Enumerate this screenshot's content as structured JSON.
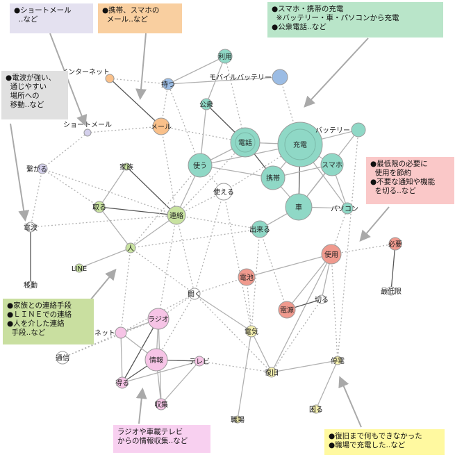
{
  "nodes": [
    {
      "id": "charge",
      "label": "充電",
      "group": "teal"
    },
    {
      "id": "denwa",
      "label": "電話",
      "group": "teal"
    },
    {
      "id": "tsukau",
      "label": "使う",
      "group": "teal"
    },
    {
      "id": "keitai",
      "label": "携帯",
      "group": "teal"
    },
    {
      "id": "sumaho",
      "label": "スマホ",
      "group": "teal"
    },
    {
      "id": "kuruma",
      "label": "車",
      "group": "teal"
    },
    {
      "id": "battery",
      "label": "バッテリー",
      "group": "teal"
    },
    {
      "id": "pasokon",
      "label": "パソコン",
      "group": "teal"
    },
    {
      "id": "dekiru",
      "label": "出来る",
      "group": "teal"
    },
    {
      "id": "koushu",
      "label": "公衆",
      "group": "teal"
    },
    {
      "id": "riyou",
      "label": "利用",
      "group": "teal"
    },
    {
      "id": "mobile",
      "label": "モバイルバッテリー",
      "group": "blue"
    },
    {
      "id": "motsu",
      "label": "持つ",
      "group": "blue"
    },
    {
      "id": "internet",
      "label": "インターネット",
      "group": "orange"
    },
    {
      "id": "mail",
      "label": "メール",
      "group": "orange"
    },
    {
      "id": "shortmail",
      "label": "ショートメール",
      "group": "lavender"
    },
    {
      "id": "tsunagaru",
      "label": "繋がる",
      "group": "lavender"
    },
    {
      "id": "kazoku",
      "label": "家族",
      "group": "green"
    },
    {
      "id": "toru",
      "label": "取る",
      "group": "green"
    },
    {
      "id": "renraku",
      "label": "連絡",
      "group": "green"
    },
    {
      "id": "hito",
      "label": "人",
      "group": "green"
    },
    {
      "id": "line",
      "label": "LINE",
      "group": "green"
    },
    {
      "id": "tsukaeru",
      "label": "使える",
      "group": "white"
    },
    {
      "id": "denpa",
      "label": "電波",
      "group": "white"
    },
    {
      "id": "idou",
      "label": "移動",
      "group": "white"
    },
    {
      "id": "tsushin",
      "label": "通信",
      "group": "white"
    },
    {
      "id": "kiku",
      "label": "聞く",
      "group": "white"
    },
    {
      "id": "shiyou",
      "label": "使用",
      "group": "red"
    },
    {
      "id": "hitsuyou",
      "label": "必要",
      "group": "red"
    },
    {
      "id": "saiteigen",
      "label": "最低限",
      "group": "white"
    },
    {
      "id": "denchi",
      "label": "電池",
      "group": "red"
    },
    {
      "id": "dengen",
      "label": "電源",
      "group": "red"
    },
    {
      "id": "kiru",
      "label": "切る",
      "group": "white"
    },
    {
      "id": "radio",
      "label": "ラジオ",
      "group": "pink"
    },
    {
      "id": "net",
      "label": "ネット",
      "group": "pink"
    },
    {
      "id": "jouhou",
      "label": "情報",
      "group": "pink"
    },
    {
      "id": "tv",
      "label": "テレビ",
      "group": "pink"
    },
    {
      "id": "eru",
      "label": "得る",
      "group": "pink"
    },
    {
      "id": "shuushuu",
      "label": "収集",
      "group": "pink"
    },
    {
      "id": "denki",
      "label": "電気",
      "group": "yellow"
    },
    {
      "id": "fukkyuu",
      "label": "復旧",
      "group": "yellow"
    },
    {
      "id": "teiden",
      "label": "停電",
      "group": "yellow"
    },
    {
      "id": "komaru",
      "label": "困る",
      "group": "yellow"
    },
    {
      "id": "shokuba",
      "label": "職場",
      "group": "yellow"
    }
  ],
  "edges": [
    {
      "from": "denwa",
      "to": "koushu",
      "style": "solid-dark"
    },
    {
      "from": "denwa",
      "to": "charge",
      "style": "solid"
    },
    {
      "from": "denwa",
      "to": "tsukau",
      "style": "solid"
    },
    {
      "from": "denwa",
      "to": "keitai",
      "style": "solid-dark"
    },
    {
      "from": "charge",
      "to": "keitai",
      "style": "solid"
    },
    {
      "from": "charge",
      "to": "kuruma",
      "style": "solid-dark"
    },
    {
      "from": "charge",
      "to": "sumaho",
      "style": "solid"
    },
    {
      "from": "charge",
      "to": "battery",
      "style": "solid"
    },
    {
      "from": "charge",
      "to": "pasokon",
      "style": "solid"
    },
    {
      "from": "charge",
      "to": "tsukau",
      "style": "solid"
    },
    {
      "from": "charge",
      "to": "mobile",
      "style": "dotted"
    },
    {
      "from": "keitai",
      "to": "kuruma",
      "style": "solid"
    },
    {
      "from": "keitai",
      "to": "sumaho",
      "style": "solid"
    },
    {
      "from": "keitai",
      "to": "tsukau",
      "style": "solid"
    },
    {
      "from": "sumaho",
      "to": "kuruma",
      "style": "solid"
    },
    {
      "from": "sumaho",
      "to": "pasokon",
      "style": "solid"
    },
    {
      "from": "kuruma",
      "to": "pasokon",
      "style": "solid"
    },
    {
      "from": "kuruma",
      "to": "dekiru",
      "style": "solid"
    },
    {
      "from": "battery",
      "to": "kuruma",
      "style": "solid"
    },
    {
      "from": "koushu",
      "to": "riyou",
      "style": "solid"
    },
    {
      "from": "koushu",
      "to": "tsukau",
      "style": "solid"
    },
    {
      "from": "mobile",
      "to": "motsu",
      "style": "solid"
    },
    {
      "from": "riyou",
      "to": "motsu",
      "style": "solid"
    },
    {
      "from": "riyou",
      "to": "denwa",
      "style": "dotted"
    },
    {
      "from": "internet",
      "to": "mail",
      "style": "solid-dark"
    },
    {
      "from": "internet",
      "to": "motsu",
      "style": "dotted"
    },
    {
      "from": "mail",
      "to": "shortmail",
      "style": "dotted"
    },
    {
      "from": "mail",
      "to": "renraku",
      "style": "dotted"
    },
    {
      "from": "mail",
      "to": "denwa",
      "style": "dotted"
    },
    {
      "from": "mail",
      "to": "motsu",
      "style": "dotted"
    },
    {
      "from": "shortmail",
      "to": "tsunagaru",
      "style": "dotted"
    },
    {
      "from": "tsunagaru",
      "to": "denpa",
      "style": "dotted"
    },
    {
      "from": "tsunagaru",
      "to": "toru",
      "style": "dotted"
    },
    {
      "from": "tsunagaru",
      "to": "renraku",
      "style": "dotted"
    },
    {
      "from": "denpa",
      "to": "idou",
      "style": "solid-dark"
    },
    {
      "from": "denpa",
      "to": "renraku",
      "style": "dotted"
    },
    {
      "from": "kazoku",
      "to": "renraku",
      "style": "solid-dark"
    },
    {
      "from": "kazoku",
      "to": "toru",
      "style": "solid"
    },
    {
      "from": "toru",
      "to": "renraku",
      "style": "solid-dark"
    },
    {
      "from": "renraku",
      "to": "hito",
      "style": "solid"
    },
    {
      "from": "renraku",
      "to": "tsukau",
      "style": "solid"
    },
    {
      "from": "renraku",
      "to": "denwa",
      "style": "dotted"
    },
    {
      "from": "renraku",
      "to": "tsukaeru",
      "style": "dotted"
    },
    {
      "from": "renraku",
      "to": "kiku",
      "style": "dotted"
    },
    {
      "from": "renraku",
      "to": "dekiru",
      "style": "dotted"
    },
    {
      "from": "renraku",
      "to": "radio",
      "style": "dotted"
    },
    {
      "from": "hito",
      "to": "line",
      "style": "solid"
    },
    {
      "from": "hito",
      "to": "toru",
      "style": "solid"
    },
    {
      "from": "hito",
      "to": "net",
      "style": "dotted"
    },
    {
      "from": "hito",
      "to": "kiku",
      "style": "dotted"
    },
    {
      "from": "tsukaeru",
      "to": "charge",
      "style": "dotted"
    },
    {
      "from": "tsukaeru",
      "to": "kiku",
      "style": "dotted"
    },
    {
      "from": "tsukaeru",
      "to": "denki",
      "style": "dotted"
    },
    {
      "from": "shiyou",
      "to": "denchi",
      "style": "solid"
    },
    {
      "from": "shiyou",
      "to": "kiru",
      "style": "solid"
    },
    {
      "from": "shiyou",
      "to": "dengen",
      "style": "solid"
    },
    {
      "from": "shiyou",
      "to": "fukkyuu",
      "style": "solid"
    },
    {
      "from": "shiyou",
      "to": "hitsuyou",
      "style": "dotted"
    },
    {
      "from": "shiyou",
      "to": "pasokon",
      "style": "dotted"
    },
    {
      "from": "hitsuyou",
      "to": "saiteigen",
      "style": "solid-dark"
    },
    {
      "from": "dengen",
      "to": "kiru",
      "style": "solid-dark"
    },
    {
      "from": "dengen",
      "to": "dekiru",
      "style": "dotted"
    },
    {
      "from": "denchi",
      "to": "kiku",
      "style": "dotted"
    },
    {
      "from": "kiku",
      "to": "denki",
      "style": "solid"
    },
    {
      "from": "kiku",
      "to": "radio",
      "style": "dotted"
    },
    {
      "from": "kiku",
      "to": "jouhou",
      "style": "dotted"
    },
    {
      "from": "radio",
      "to": "jouhou",
      "style": "solid"
    },
    {
      "from": "radio",
      "to": "net",
      "style": "solid"
    },
    {
      "from": "radio",
      "to": "eru",
      "style": "solid-dark"
    },
    {
      "from": "radio",
      "to": "shuushuu",
      "style": "solid"
    },
    {
      "from": "jouhou",
      "to": "net",
      "style": "solid"
    },
    {
      "from": "jouhou",
      "to": "tv",
      "style": "solid-dark"
    },
    {
      "from": "jouhou",
      "to": "eru",
      "style": "solid-dark"
    },
    {
      "from": "jouhou",
      "to": "shuushuu",
      "style": "solid"
    },
    {
      "from": "tv",
      "to": "eru",
      "style": "solid"
    },
    {
      "from": "tv",
      "to": "shuushuu",
      "style": "solid"
    },
    {
      "from": "net",
      "to": "eru",
      "style": "solid"
    },
    {
      "from": "tsushin",
      "to": "net",
      "style": "dotted"
    },
    {
      "from": "tsushin",
      "to": "radio",
      "style": "dotted"
    },
    {
      "from": "denki",
      "to": "fukkyuu",
      "style": "solid"
    },
    {
      "from": "denki",
      "to": "shokuba",
      "style": "solid"
    },
    {
      "from": "fukkyuu",
      "to": "teiden",
      "style": "solid"
    },
    {
      "from": "teiden",
      "to": "komaru",
      "style": "solid"
    },
    {
      "from": "teiden",
      "to": "shiyou",
      "style": "dotted"
    },
    {
      "from": "teiden",
      "to": "battery",
      "style": "dotted"
    },
    {
      "from": "fukkyuu",
      "to": "tv",
      "style": "dotted"
    },
    {
      "from": "fukkyuu",
      "to": "kiku",
      "style": "dotted"
    },
    {
      "from": "dekiru",
      "to": "denki",
      "style": "dotted"
    },
    {
      "from": "dekiru",
      "to": "hito",
      "style": "dotted"
    },
    {
      "from": "tsukau",
      "to": "tsukaeru",
      "style": "dotted"
    },
    {
      "from": "tsukau",
      "to": "hito",
      "style": "dotted"
    },
    {
      "from": "tsukau",
      "to": "motsu",
      "style": "dotted"
    },
    {
      "from": "denchi",
      "to": "denki",
      "style": "dotted"
    },
    {
      "from": "kiru",
      "to": "fukkyuu",
      "style": "dotted"
    },
    {
      "from": "net",
      "to": "kiku",
      "style": "dotted"
    }
  ],
  "annotations": [
    {
      "id": "shortmail-note",
      "text": "●ショートメール\n  ..など",
      "bg": "#e4e1f0"
    },
    {
      "id": "carrier-mail-note",
      "text": "●携帯、スマホの\n  メール..など",
      "bg": "#f9cfa0"
    },
    {
      "id": "charge-note",
      "text": "●スマホ・携帯の充電\n  ※バッテリー・車・パソコンから充電\n●公衆電話..など",
      "bg": "#b9e5c9"
    },
    {
      "id": "signal-note",
      "text": "●電波が強い、\n  通じやすい\n  場所への\n  移動..など",
      "bg": "#e0e0e0"
    },
    {
      "id": "power-saving-note",
      "text": "●最低限の必要に\n  使用を節約\n●不要な通知や機能\n  を切る..など",
      "bg": "#fac8c8"
    },
    {
      "id": "contact-note",
      "text": "●家族との連絡手段\n●ＬＩＮＥでの連絡\n●人を介した連絡\n  手段..など",
      "bg": "#c9dfa0"
    },
    {
      "id": "radio-tv-note",
      "text": "ラジオや車載テレビ\nからの情報収集..など",
      "bg": "#f8d0f0"
    },
    {
      "id": "recovery-note",
      "text": "●復旧まで何もできなかった\n●職場で充電した..など",
      "bg": "#fff9a0"
    }
  ],
  "colors": {
    "teal": "#8fd8c6",
    "blue": "#9bbce4",
    "orange": "#f9c08a",
    "lavender": "#d4d0ec",
    "green": "#c8e2a0",
    "white": "#ffffff",
    "red": "#f09a8e",
    "pink": "#f6c4e6",
    "yellow": "#f7f2b0",
    "node_stroke": "#9a9a9a",
    "edge": "#b0b0b0",
    "edge_dark": "#555555",
    "arrow": "#a9a9a9"
  }
}
